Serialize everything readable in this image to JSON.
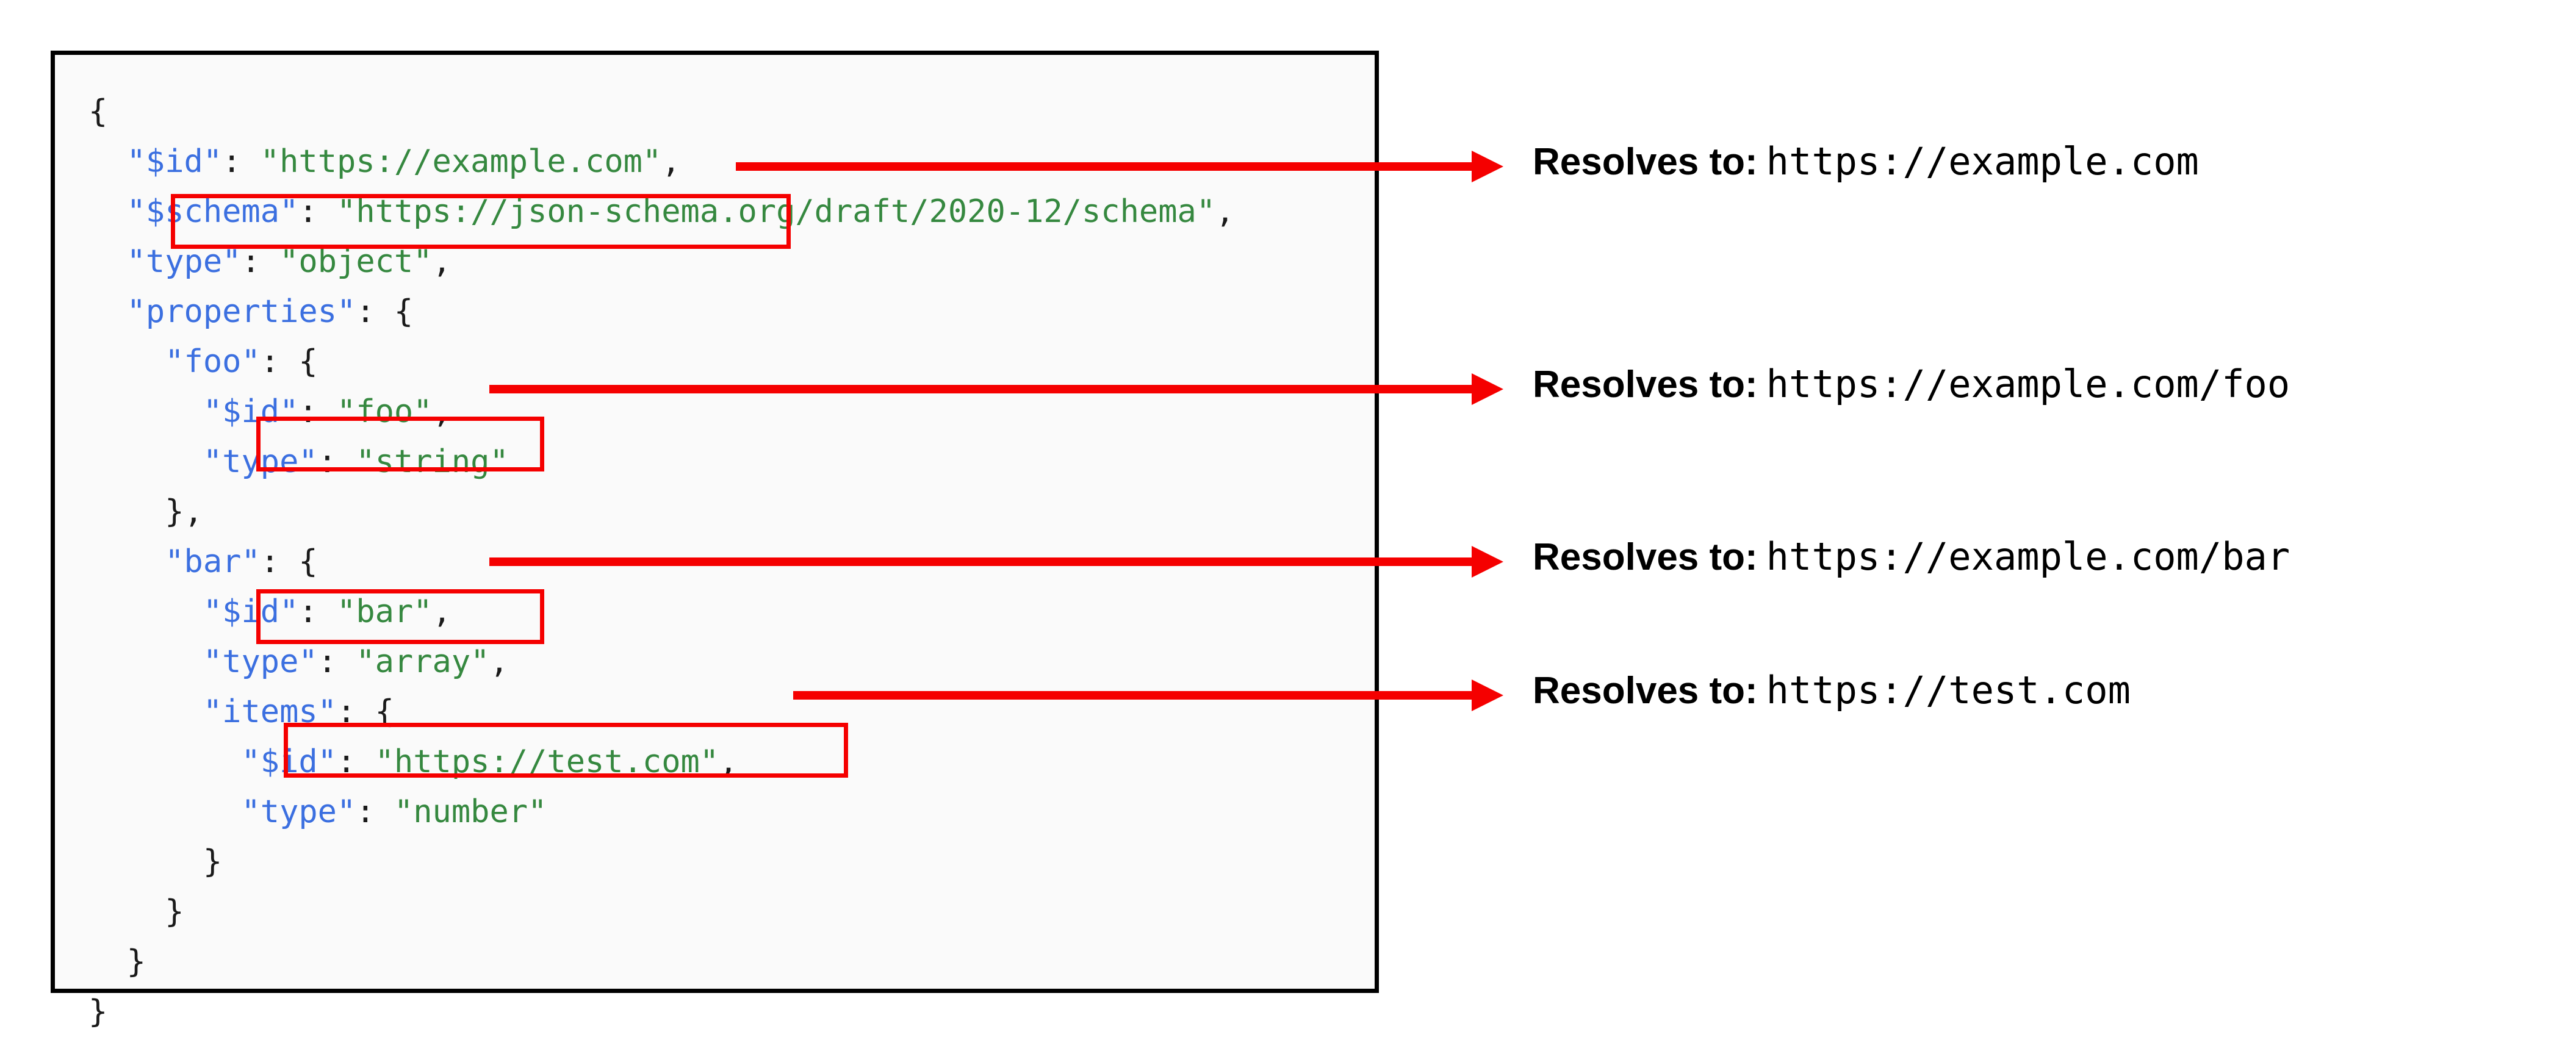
{
  "code_panel": {
    "language": "json",
    "lines": [
      {
        "indent": 0,
        "tokens": [
          {
            "t": "{",
            "c": "p"
          }
        ]
      },
      {
        "indent": 1,
        "tokens": [
          {
            "t": "\"$id\"",
            "c": "k"
          },
          {
            "t": ": ",
            "c": "p"
          },
          {
            "t": "\"https://example.com\"",
            "c": "s"
          },
          {
            "t": ",",
            "c": "p"
          }
        ]
      },
      {
        "indent": 1,
        "tokens": [
          {
            "t": "\"$schema\"",
            "c": "k"
          },
          {
            "t": ": ",
            "c": "p"
          },
          {
            "t": "\"https://json-schema.org/draft/2020-12/schema\"",
            "c": "s"
          },
          {
            "t": ",",
            "c": "p"
          }
        ]
      },
      {
        "indent": 1,
        "tokens": [
          {
            "t": "\"type\"",
            "c": "k"
          },
          {
            "t": ": ",
            "c": "p"
          },
          {
            "t": "\"object\"",
            "c": "s"
          },
          {
            "t": ",",
            "c": "p"
          }
        ]
      },
      {
        "indent": 1,
        "tokens": [
          {
            "t": "\"properties\"",
            "c": "k"
          },
          {
            "t": ": {",
            "c": "p"
          }
        ]
      },
      {
        "indent": 2,
        "tokens": [
          {
            "t": "\"foo\"",
            "c": "k"
          },
          {
            "t": ": {",
            "c": "p"
          }
        ]
      },
      {
        "indent": 3,
        "tokens": [
          {
            "t": "\"$id\"",
            "c": "k"
          },
          {
            "t": ": ",
            "c": "p"
          },
          {
            "t": "\"foo\"",
            "c": "s"
          },
          {
            "t": ",",
            "c": "p"
          }
        ]
      },
      {
        "indent": 3,
        "tokens": [
          {
            "t": "\"type\"",
            "c": "k"
          },
          {
            "t": ": ",
            "c": "p"
          },
          {
            "t": "\"string\"",
            "c": "s"
          }
        ]
      },
      {
        "indent": 2,
        "tokens": [
          {
            "t": "},",
            "c": "p"
          }
        ]
      },
      {
        "indent": 2,
        "tokens": [
          {
            "t": "\"bar\"",
            "c": "k"
          },
          {
            "t": ": {",
            "c": "p"
          }
        ]
      },
      {
        "indent": 3,
        "tokens": [
          {
            "t": "\"$id\"",
            "c": "k"
          },
          {
            "t": ": ",
            "c": "p"
          },
          {
            "t": "\"bar\"",
            "c": "s"
          },
          {
            "t": ",",
            "c": "p"
          }
        ]
      },
      {
        "indent": 3,
        "tokens": [
          {
            "t": "\"type\"",
            "c": "k"
          },
          {
            "t": ": ",
            "c": "p"
          },
          {
            "t": "\"array\"",
            "c": "s"
          },
          {
            "t": ",",
            "c": "p"
          }
        ]
      },
      {
        "indent": 3,
        "tokens": [
          {
            "t": "\"items\"",
            "c": "k"
          },
          {
            "t": ": {",
            "c": "p"
          }
        ]
      },
      {
        "indent": 4,
        "tokens": [
          {
            "t": "\"$id\"",
            "c": "k"
          },
          {
            "t": ": ",
            "c": "p"
          },
          {
            "t": "\"https://test.com\"",
            "c": "s"
          },
          {
            "t": ",",
            "c": "p"
          }
        ]
      },
      {
        "indent": 4,
        "tokens": [
          {
            "t": "\"type\"",
            "c": "k"
          },
          {
            "t": ": ",
            "c": "p"
          },
          {
            "t": "\"number\"",
            "c": "s"
          }
        ]
      },
      {
        "indent": 3,
        "tokens": [
          {
            "t": "}",
            "c": "p"
          }
        ]
      },
      {
        "indent": 2,
        "tokens": [
          {
            "t": "}",
            "c": "p"
          }
        ]
      },
      {
        "indent": 1,
        "tokens": [
          {
            "t": "}",
            "c": "p"
          }
        ]
      },
      {
        "indent": 0,
        "tokens": [
          {
            "t": "}",
            "c": "p"
          }
        ]
      }
    ]
  },
  "highlights": [
    {
      "id": "hl-root",
      "target_line": "\"$id\": \"https://example.com\","
    },
    {
      "id": "hl-foo",
      "target_line": "\"$id\": \"foo\","
    },
    {
      "id": "hl-bar",
      "target_line": "\"$id\": \"bar\","
    },
    {
      "id": "hl-items",
      "target_line": "\"$id\": \"https://test.com\","
    }
  ],
  "annotations": [
    {
      "label": "Resolves to:",
      "url": "https://example.com"
    },
    {
      "label": "Resolves to:",
      "url": "https://example.com/foo"
    },
    {
      "label": "Resolves to:",
      "url": "https://example.com/bar"
    },
    {
      "label": "Resolves to:",
      "url": "https://test.com"
    }
  ],
  "colors": {
    "highlight_red": "#f50000",
    "json_key_blue": "#3b6fe0",
    "json_string_green": "#35883f",
    "panel_border": "#000000",
    "panel_background": "#fafafa",
    "text_black": "#000000"
  }
}
